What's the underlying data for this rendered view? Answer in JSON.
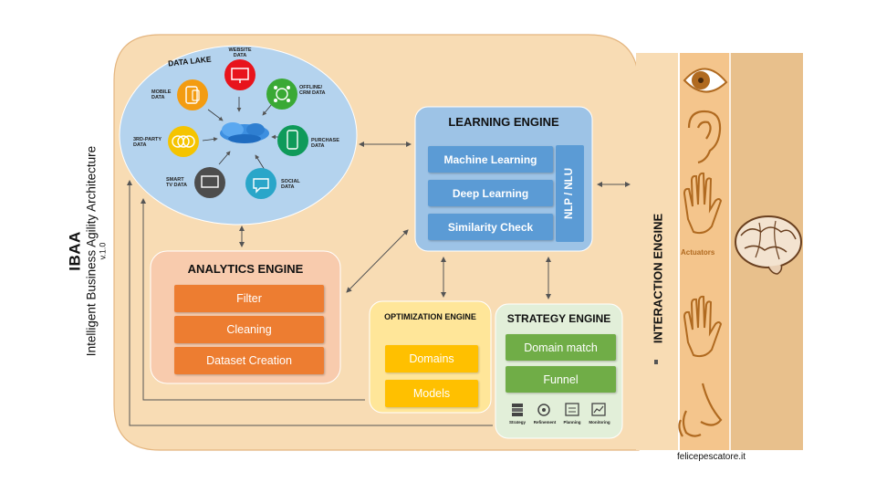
{
  "title": {
    "acronym": "IBAA",
    "full_name": "Intelligent Business Agility Architecture",
    "version": "v.1.0"
  },
  "data_lake": {
    "title": "DATA LAKE",
    "sources": {
      "website": "WEBSITE\nDATA",
      "offline_crm": "OFFLINE/\nCRM DATA",
      "purchase": "PURCHASE\nDATA",
      "social": "SOCIAL\nDATA",
      "smart_tv": "SMART\nTV DATA",
      "third_party": "3RD-PARTY\nDATA",
      "mobile": "MOBILE\nDATA"
    },
    "colors": {
      "website": "#e8141c",
      "offline_crm": "#3aa935",
      "purchase": "#0f9a5a",
      "social": "#2aa6c9",
      "smart_tv": "#4d4d4d",
      "third_party": "#f5c400",
      "mobile": "#f39c12"
    }
  },
  "learning_engine": {
    "title": "LEARNING ENGINE",
    "items": [
      "Machine Learning",
      "Deep Learning",
      "Similarity Check"
    ],
    "side_label": "NLP / NLU"
  },
  "analytics_engine": {
    "title": "ANALYTICS ENGINE",
    "items": [
      "Filter",
      "Cleaning",
      "Dataset Creation"
    ]
  },
  "optimization_engine": {
    "title": "OPTIMIZATION ENGINE",
    "items": [
      "Domains",
      "Models"
    ]
  },
  "strategy_engine": {
    "title": "STRATEGY ENGINE",
    "items": [
      "Domain match",
      "Funnel"
    ],
    "icons": [
      "Strategy",
      "Refinement",
      "Planning",
      "Monitoring"
    ]
  },
  "interaction_engine": {
    "title": "INTERACTION ENGINE",
    "actuators_label": "Actuators"
  },
  "footer": "felicepescatore.it",
  "colors": {
    "container_fill": "#f8dcb4",
    "container_stroke": "#e4b57f",
    "lake_fill": "#b4d3ee",
    "learning_panel": "#9dc3e6",
    "analytics_panel": "#f8cbad",
    "optimization_panel": "#ffe699",
    "strategy_panel": "#e2efd9",
    "interaction_strip": "#f4c58c",
    "interaction_band": "#e8c08c",
    "icon_stroke": "#b06a20"
  }
}
